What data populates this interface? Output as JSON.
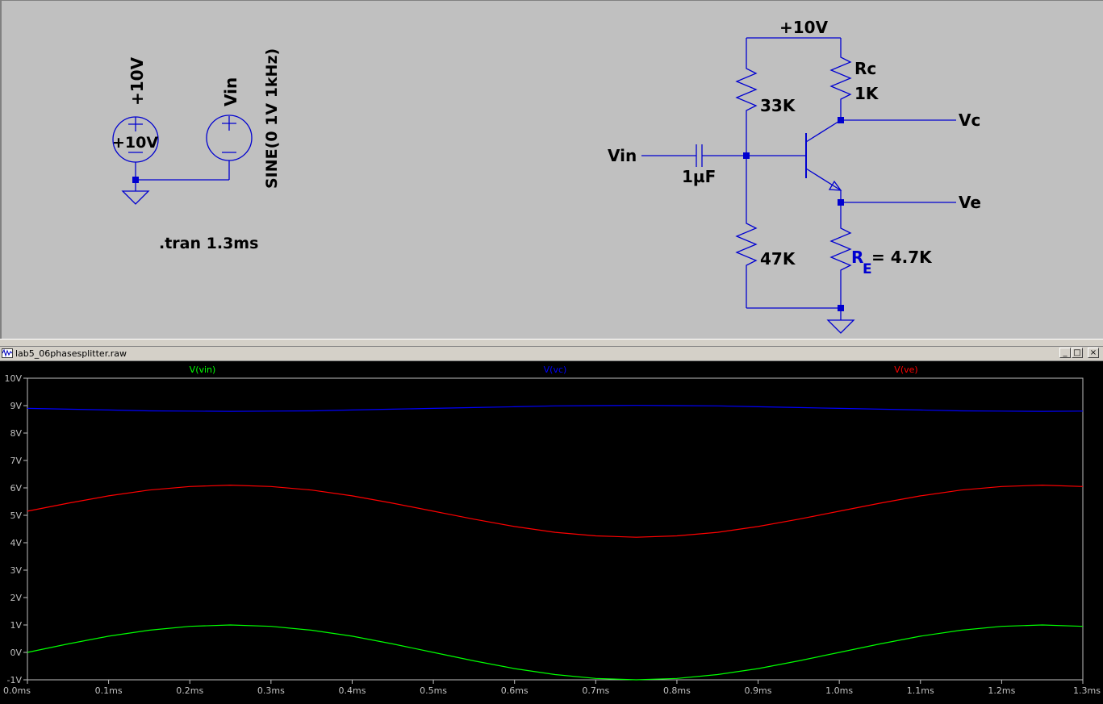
{
  "schematic": {
    "supply_source": {
      "net_label": "+10V",
      "value": "+10V"
    },
    "input_source": {
      "net_label": "Vin",
      "value": "SINE(0 1V 1kHz)"
    },
    "directive": ".tran 1.3ms",
    "circuit": {
      "rail_label": "+10V",
      "r_bias_top": "33K",
      "r_bias_bottom": "47K",
      "rc_name": "Rc",
      "rc_value": "1K",
      "re_name": "R",
      "re_subscript": "E",
      "re_value": "= 4.7K",
      "cap_value": "1µF",
      "input_label": "Vin",
      "collector_label": "Vc",
      "emitter_label": "Ve"
    }
  },
  "plot_window": {
    "title": "lab5_06phasesplitter.raw",
    "minimize_glyph": "_",
    "maximize_glyph": "□",
    "close_glyph": "×",
    "colors": {
      "background": "#000000",
      "vin": "#00ff00",
      "vc": "#0000ff",
      "ve": "#ff0000",
      "axis": "#c0c0c0"
    }
  },
  "chart_data": {
    "type": "line",
    "xlim": [
      0,
      1.3
    ],
    "ylim": [
      -1,
      10
    ],
    "x_ticks": [
      "0.0ms",
      "0.1ms",
      "0.2ms",
      "0.3ms",
      "0.4ms",
      "0.5ms",
      "0.6ms",
      "0.7ms",
      "0.8ms",
      "0.9ms",
      "1.0ms",
      "1.1ms",
      "1.2ms",
      "1.3ms"
    ],
    "y_ticks": [
      "10V",
      "9V",
      "8V",
      "7V",
      "6V",
      "5V",
      "4V",
      "3V",
      "2V",
      "1V",
      "0V",
      "-1V"
    ],
    "grid": false,
    "series": [
      {
        "name": "V(vin)",
        "color": "#00ff00",
        "x": [
          0,
          0.05,
          0.1,
          0.15,
          0.2,
          0.25,
          0.3,
          0.35,
          0.4,
          0.45,
          0.5,
          0.55,
          0.6,
          0.65,
          0.7,
          0.75,
          0.8,
          0.85,
          0.9,
          0.95,
          1.0,
          1.05,
          1.1,
          1.15,
          1.2,
          1.25,
          1.3
        ],
        "y": [
          0,
          0.31,
          0.59,
          0.81,
          0.95,
          1.0,
          0.95,
          0.81,
          0.59,
          0.31,
          0,
          -0.31,
          -0.59,
          -0.81,
          -0.95,
          -1.0,
          -0.95,
          -0.81,
          -0.59,
          -0.31,
          0,
          0.31,
          0.59,
          0.81,
          0.95,
          1.0,
          0.95
        ]
      },
      {
        "name": "V(vc)",
        "color": "#0000ff",
        "x": [
          0,
          0.05,
          0.1,
          0.15,
          0.2,
          0.25,
          0.3,
          0.35,
          0.4,
          0.45,
          0.5,
          0.55,
          0.6,
          0.65,
          0.7,
          0.75,
          0.8,
          0.85,
          0.9,
          0.95,
          1.0,
          1.05,
          1.1,
          1.15,
          1.2,
          1.25,
          1.3
        ],
        "y": [
          8.9,
          8.87,
          8.84,
          8.81,
          8.8,
          8.79,
          8.8,
          8.81,
          8.84,
          8.87,
          8.9,
          8.93,
          8.96,
          8.99,
          9.0,
          9.01,
          9.0,
          8.99,
          8.96,
          8.93,
          8.9,
          8.87,
          8.84,
          8.81,
          8.8,
          8.79,
          8.8
        ]
      },
      {
        "name": "V(ve)",
        "color": "#ff0000",
        "x": [
          0,
          0.05,
          0.1,
          0.15,
          0.2,
          0.25,
          0.3,
          0.35,
          0.4,
          0.45,
          0.5,
          0.55,
          0.6,
          0.65,
          0.7,
          0.75,
          0.8,
          0.85,
          0.9,
          0.95,
          1.0,
          1.05,
          1.1,
          1.15,
          1.2,
          1.25,
          1.3
        ],
        "y": [
          5.15,
          5.44,
          5.71,
          5.92,
          6.05,
          6.1,
          6.05,
          5.92,
          5.71,
          5.44,
          5.15,
          4.86,
          4.59,
          4.38,
          4.25,
          4.2,
          4.25,
          4.38,
          4.59,
          4.86,
          5.15,
          5.44,
          5.71,
          5.92,
          6.05,
          6.1,
          6.05
        ]
      }
    ]
  }
}
